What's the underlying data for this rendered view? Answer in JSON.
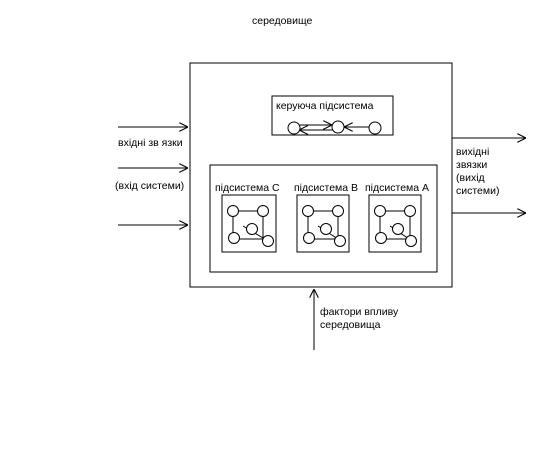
{
  "environment_label": "середовище",
  "control_subsystem": {
    "label": "керуюча підсистема"
  },
  "subsystems": [
    {
      "label": "підсистема С"
    },
    {
      "label": "підсистема В"
    },
    {
      "label": "підсистема А"
    }
  ],
  "inputs": {
    "line1": "вхідні зв язки",
    "line2": "(вхід системи)"
  },
  "outputs": {
    "lines": [
      "вихідні",
      "звязки",
      "(вихід",
      "системи)"
    ]
  },
  "environment_factors": {
    "lines": [
      "фактори впливу",
      "середовища"
    ]
  }
}
